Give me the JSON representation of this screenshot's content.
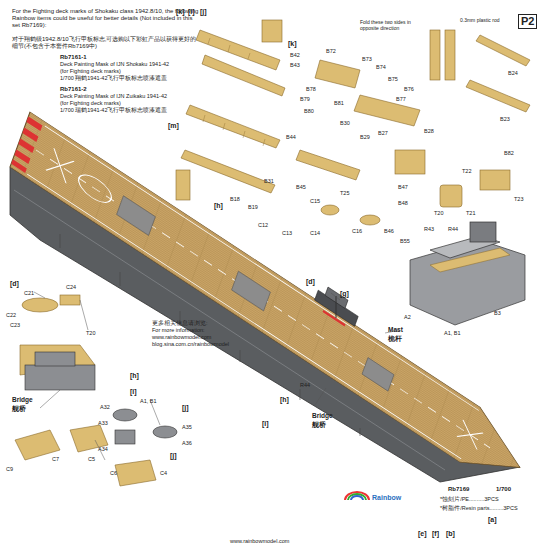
{
  "diagram": {
    "labels": [
      "For the Fighting deck marks of Shokaku class 1942.8/10, the following Rainbow items could be useful for better details (Not included in this set Rb7169):",
      "对于翔鹤级1942.8/10飞行甲板标志,可选购以下彩虹产品以获得更好的细节(不包含于本套件Rb7169中)",
      "Rb7161-1",
      "Deck Painting Mask of IJN Shokaku 1941-42",
      "(for Fighting deck marks)",
      "1/700 翔鹤1941-42飞行甲板标志喷漆遮盖",
      "Rb7161-2",
      "Deck Painting Mask of IJN Zuikaku 1941-42",
      "(for Fighting deck marks)",
      "1/700 瑞鹤1941-42飞行甲板标志喷漆遮盖",
      "P2",
      "[k]",
      "[l]",
      "[j]",
      "[k]",
      "[m]",
      "[h]",
      "B42",
      "B43",
      "B72",
      "B73",
      "B74",
      "B75",
      "B76",
      "B77",
      "B78",
      "B79",
      "B80",
      "B81",
      "B27",
      "B28",
      "B29",
      "B30",
      "B24",
      "B23",
      "B44",
      "B45",
      "B18",
      "B19",
      "B31",
      "C12",
      "C13",
      "C14",
      "C15",
      "T25",
      "C16",
      "B46",
      "B47",
      "B48",
      "T20",
      "T21",
      "T22",
      "T23",
      "B82",
      "B55",
      "R43",
      "R44",
      "A2",
      "A1, B1",
      "B3",
      "Fold these two sides in opposite direction",
      "0.3mm plastic rod",
      "[d]",
      "C21",
      "C22",
      "C23",
      "C24",
      "T20",
      "Bridge",
      "舰桥",
      "C9",
      "C7",
      "C5",
      "C6",
      "C4",
      "[j]",
      "[h]",
      "[i]",
      "A1, B1",
      "A32",
      "A33",
      "A34",
      "A35",
      "A36",
      "[j]",
      "更多相关信息请浏览:",
      "For more information:",
      "www.rainbowmodel.com",
      "blog.sina.com.cn/rainbowmodel",
      "[d]",
      "[g]",
      "Mast",
      "桅杆",
      "[h]",
      "R44",
      "Bridge",
      "舰桥",
      "[i]",
      "Rainbow",
      "Rb7169",
      "1/700",
      "*蚀刻片/PE..........3PCS",
      "*树脂件/Resin parts.........3PCS",
      "[a]",
      "[e]",
      "[f]",
      "[b]",
      "www.rainbowmodel.com"
    ]
  }
}
